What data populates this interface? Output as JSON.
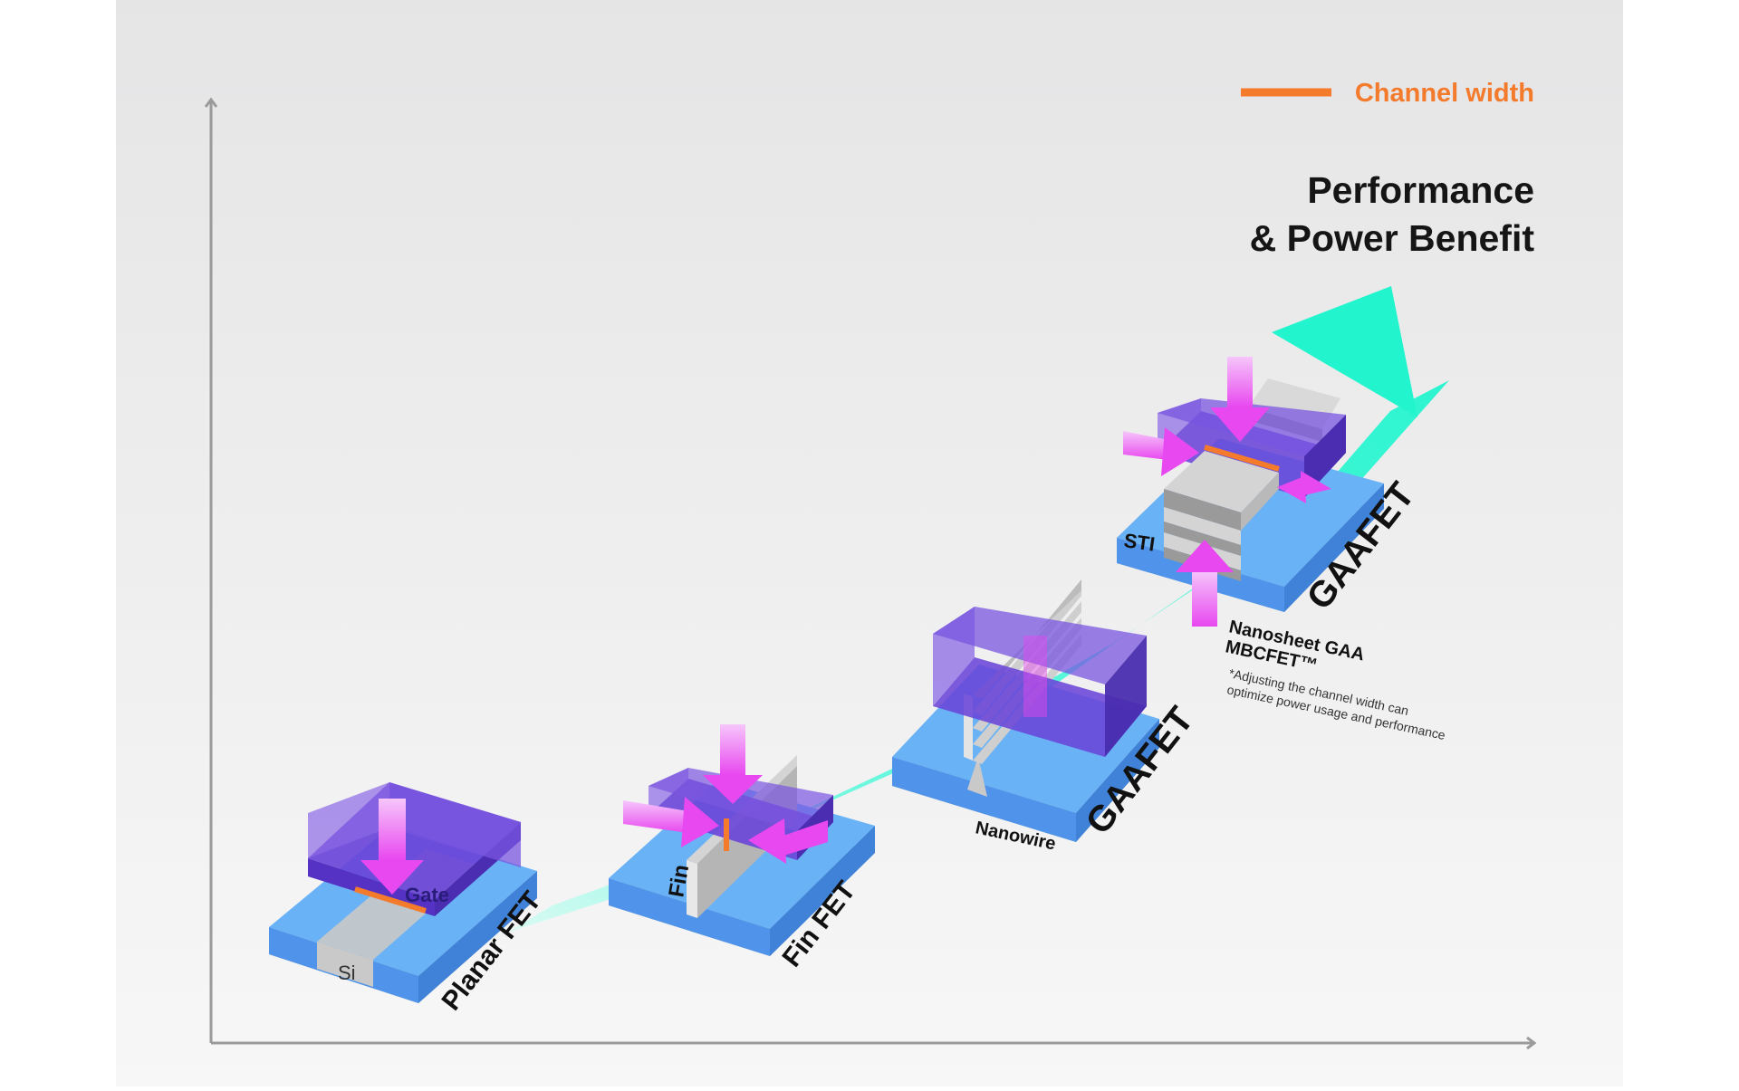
{
  "legend": {
    "label": "Channel width",
    "color": "#f47a2c"
  },
  "headline": {
    "line1": "Performance",
    "line2": "& Power Benefit"
  },
  "colors": {
    "background_top": "#e5e5e6",
    "background_bottom": "#f7f7f7",
    "arrow": "#24f5cf",
    "gate": "#6a45d8",
    "insulator": "#6ab2f6",
    "silicon": "#c9c9c9",
    "force_arrow": "#ea55ef",
    "axis": "#9a9a9a"
  },
  "stages": {
    "planar": {
      "name": "Planar FET",
      "gate_label": "Gate",
      "substrate_label": "Si"
    },
    "finfet": {
      "name": "Fin FET",
      "fin_label": "Fin"
    },
    "nanowire": {
      "name": "GAAFET",
      "type_label": "Nanowire"
    },
    "nanosheet": {
      "name": "GAAFET",
      "sti_label": "STI",
      "type_line1": "Nanosheet GAA",
      "type_line2": "MBCFET™",
      "note_line1": "*Adjusting the channel width can",
      "note_line2": "optimize power usage and performance"
    }
  }
}
